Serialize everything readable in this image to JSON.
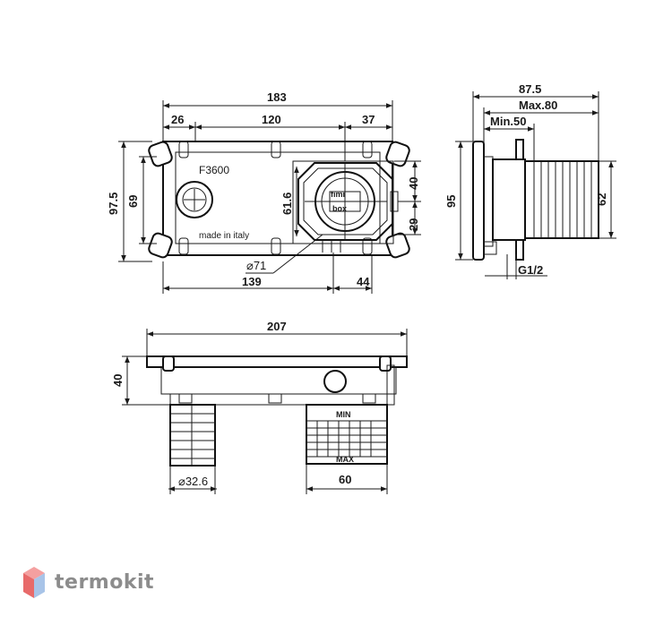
{
  "brand": {
    "name": "termokit",
    "icon": "hexagon-cube-icon",
    "colors": {
      "top": "#f4a0a0",
      "left": "#e86a6a",
      "right": "#a8c4e8",
      "text": "#8c8c8c"
    }
  },
  "front_view": {
    "model_label": "F3600",
    "origin_label": "made in italy",
    "cartridge_text": [
      "fimi",
      "box"
    ],
    "dims": {
      "overall_width": "183",
      "left_offset": "26",
      "center_span": "120",
      "right_offset": "37",
      "overall_height": "97.5",
      "inner_height": "69",
      "cartridge_height": "61.6",
      "right_height_40": "40",
      "right_height_29": "29",
      "diameter": "⌀71",
      "bottom_139": "139",
      "bottom_44": "44"
    }
  },
  "side_view": {
    "dims": {
      "depth_total": "87.5",
      "depth_max": "Max.80",
      "depth_min": "Min.50",
      "height": "95",
      "inner_height": "62",
      "thread": "G1/2"
    }
  },
  "bottom_view": {
    "min_label": "MIN",
    "max_label": "MAX",
    "dims": {
      "overall_width": "207",
      "height": "40",
      "pipe_diameter": "⌀32.6",
      "block_width": "60"
    }
  }
}
